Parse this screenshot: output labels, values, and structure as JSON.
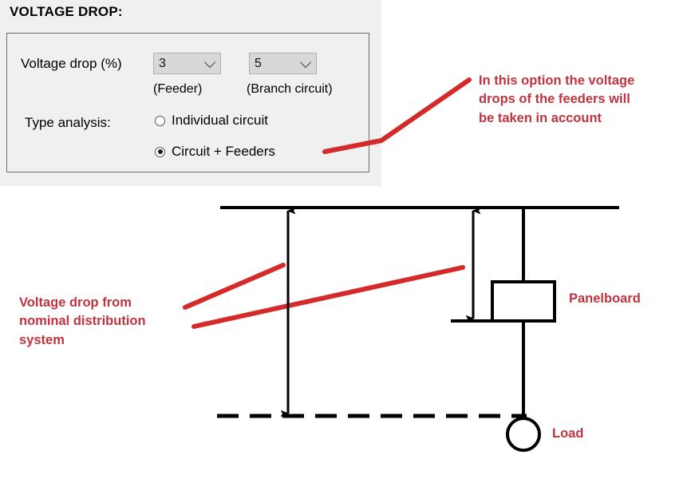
{
  "panel": {
    "title": "VOLTAGE DROP:",
    "fields": {
      "voltage_drop_label": "Voltage drop (%)",
      "feeder_value": "3",
      "feeder_sublabel": "(Feeder)",
      "branch_value": "5",
      "branch_sublabel": "(Branch circuit)",
      "type_analysis_label": "Type analysis:",
      "options": [
        {
          "label": "Individual circuit",
          "selected": false
        },
        {
          "label": "Circuit + Feeders",
          "selected": true
        }
      ]
    }
  },
  "annotations": {
    "option_note": "In this option the voltage\ndrops of the feeders will\nbe taken in account",
    "voltage_drop_note": "Voltage drop from\nnominal distribution\nsystem",
    "panelboard_label": "Panelboard",
    "load_label": "Load"
  },
  "colors": {
    "annotation_red": "#c0343f",
    "pointer_red": "#d42a2a",
    "panel_bg": "#f0f0f0",
    "diagram_black": "#000000"
  },
  "diagram": {
    "elements": [
      "source-bus-line",
      "feeder-vertical-line",
      "panelboard-box",
      "load-branch-line",
      "load-circle",
      "nominal-reference-dashed-line",
      "total-voltage-drop-arrow",
      "feeder-voltage-drop-arrow",
      "panelboard-reference-dash"
    ]
  }
}
